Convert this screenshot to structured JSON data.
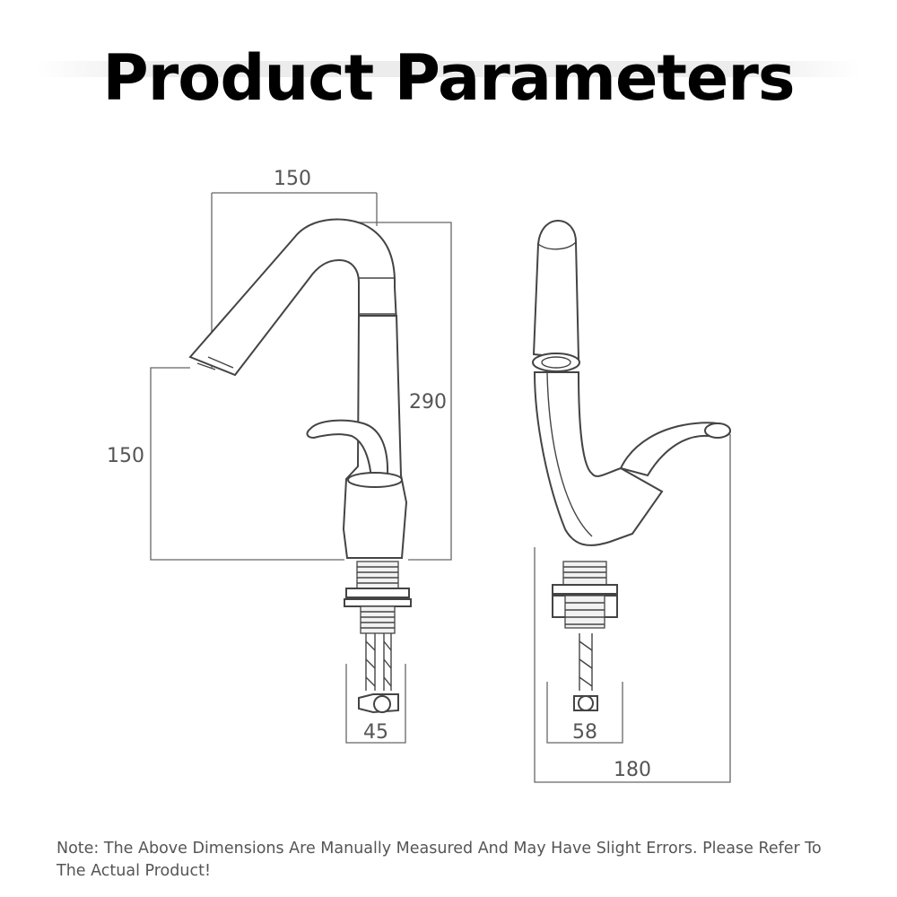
{
  "title": "Product Parameters",
  "dimensions": {
    "spout_reach": "150",
    "spout_height": "150",
    "total_height": "290",
    "base_diameter_front": "45",
    "base_diameter_side": "58",
    "total_depth": "180"
  },
  "note": "Note: The Above Dimensions Are Manually Measured And May Have Slight Errors. Please Refer To The Actual Product!"
}
